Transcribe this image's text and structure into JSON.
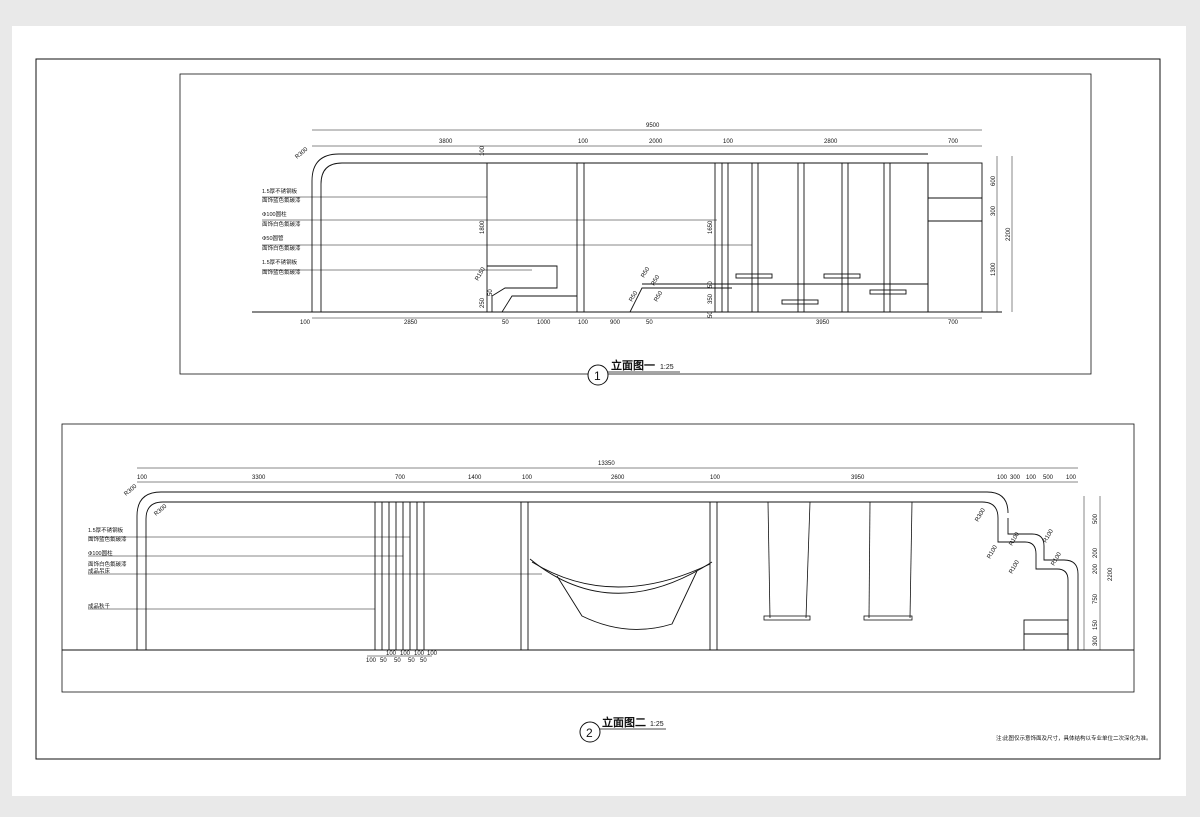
{
  "elevation1": {
    "number": "1",
    "title": "立面图一",
    "scale": "1:25",
    "top_dims": [
      "9500",
      "3800",
      "100",
      "2000",
      "100",
      "2800",
      "700"
    ],
    "bottom_dims": [
      "100",
      "2850",
      "50",
      "1000",
      "100",
      "900",
      "50",
      "3950",
      "700"
    ],
    "vertical_dims": [
      "100",
      "1800",
      "1650",
      "250",
      "50",
      "50",
      "350",
      "50"
    ],
    "right_dims": [
      "600",
      "300",
      "1300",
      "2200"
    ],
    "radii": [
      "R300",
      "R150",
      "R50",
      "R50",
      "R50",
      "R50"
    ],
    "labels": [
      "1.5厚不锈钢板",
      "面饰蓝色氟碳漆",
      "Φ100圆柱",
      "面饰白色氟碳漆",
      "Φ50圆管",
      "面饰白色氟碳漆",
      "1.5厚不锈钢板",
      "面饰蓝色氟碳漆"
    ]
  },
  "elevation2": {
    "number": "2",
    "title": "立面图二",
    "scale": "1:25",
    "top_dims": [
      "13350",
      "100",
      "3300",
      "700",
      "1400",
      "100",
      "2600",
      "100",
      "3950",
      "100",
      "300",
      "100",
      "500",
      "100"
    ],
    "bottom_dims": [
      "100",
      "50",
      "100",
      "50",
      "100",
      "50",
      "100",
      "50",
      "100"
    ],
    "right_dims": [
      "500",
      "200",
      "200",
      "750",
      "150",
      "300",
      "2200"
    ],
    "radii": [
      "R300",
      "R300",
      "R300",
      "R100",
      "R100",
      "R100",
      "R100",
      "R100"
    ],
    "labels": [
      "1.5厚不锈钢板",
      "面饰蓝色氟碳漆",
      "Φ100圆柱",
      "面饰白色氟碳漆",
      "成品吊床",
      "成品秋千"
    ]
  },
  "note": "注:此图仅示意饰面及尺寸，具体结构以专业单位二次深化为准。"
}
